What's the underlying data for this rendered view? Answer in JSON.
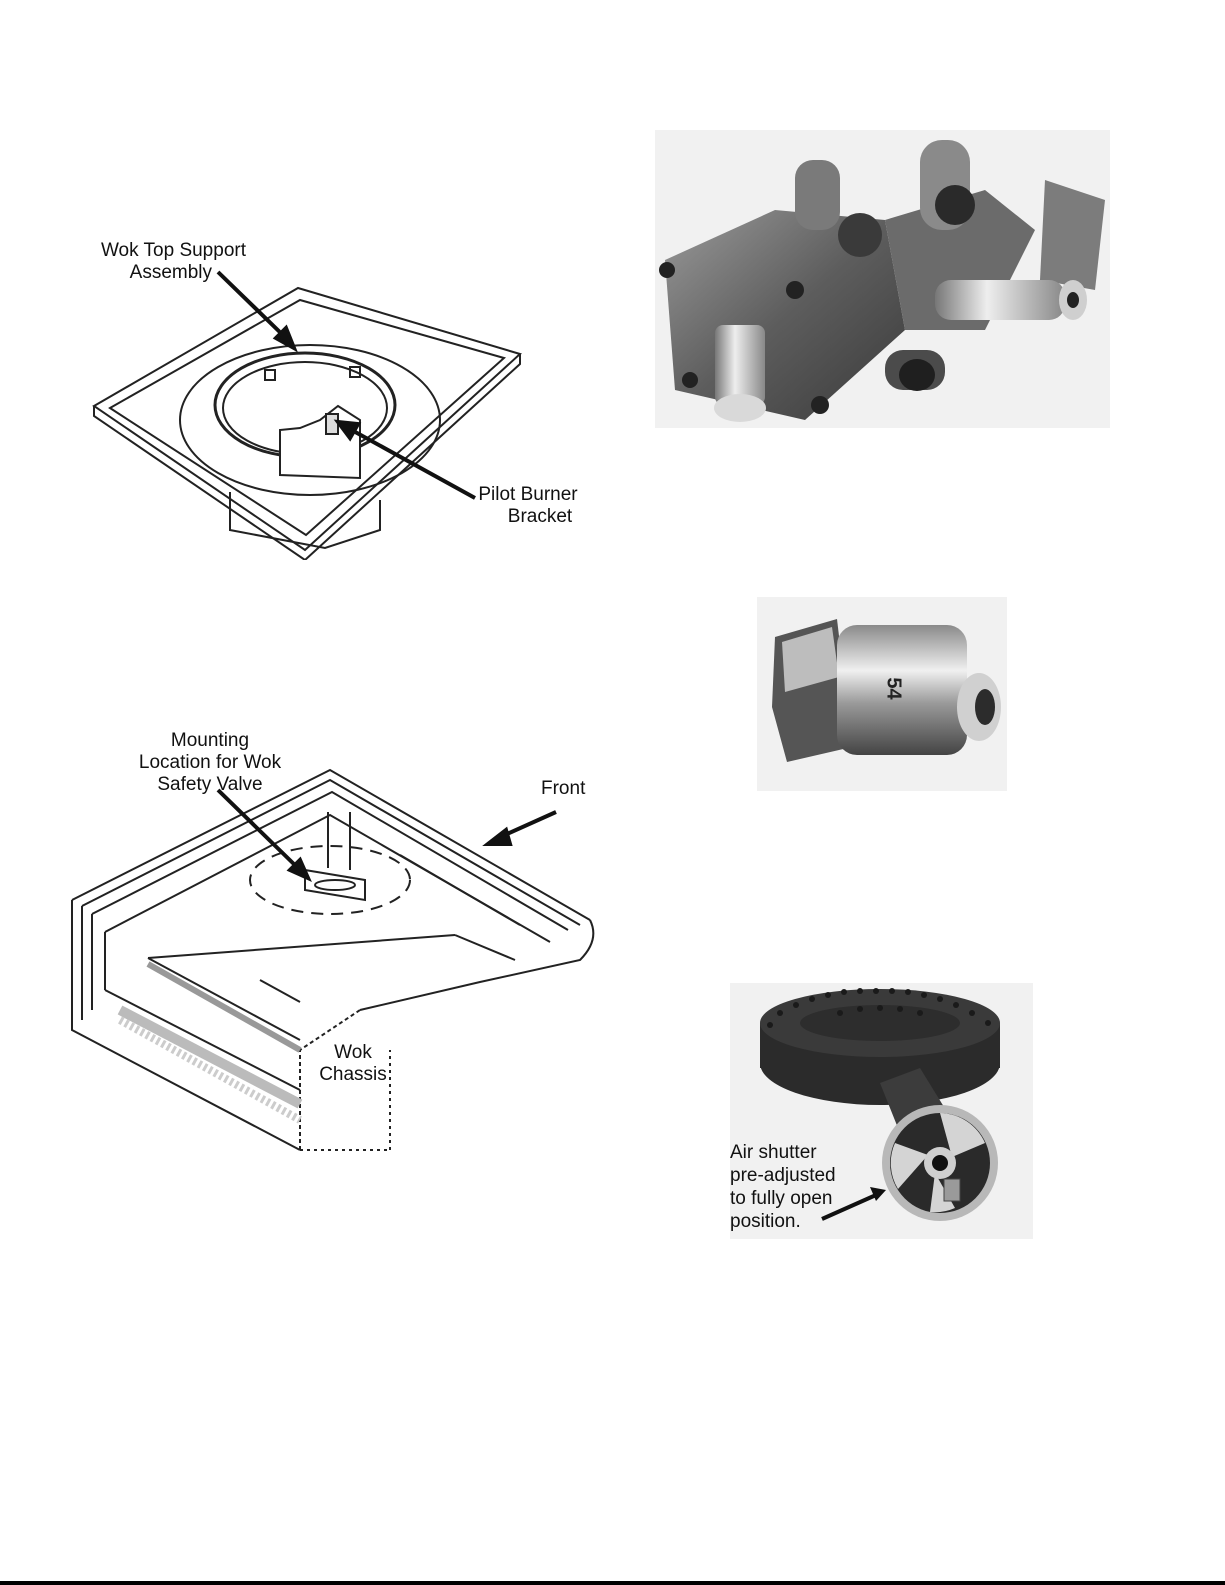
{
  "figures": {
    "wok_top": {
      "label_support": [
        "Wok Top Support",
        "Assembly"
      ],
      "label_pilot": [
        "Pilot Burner",
        "Bracket"
      ]
    },
    "wok_chassis": {
      "label_mounting": [
        "Mounting",
        "Location for Wok",
        "Safety Valve"
      ],
      "label_front": "Front",
      "label_chassis": [
        "Wok",
        "Chassis"
      ]
    },
    "burner": {
      "label_air": [
        "Air shutter",
        "pre-adjusted",
        "to fully open",
        "position."
      ]
    },
    "orifice": {
      "stamp": "54"
    }
  }
}
